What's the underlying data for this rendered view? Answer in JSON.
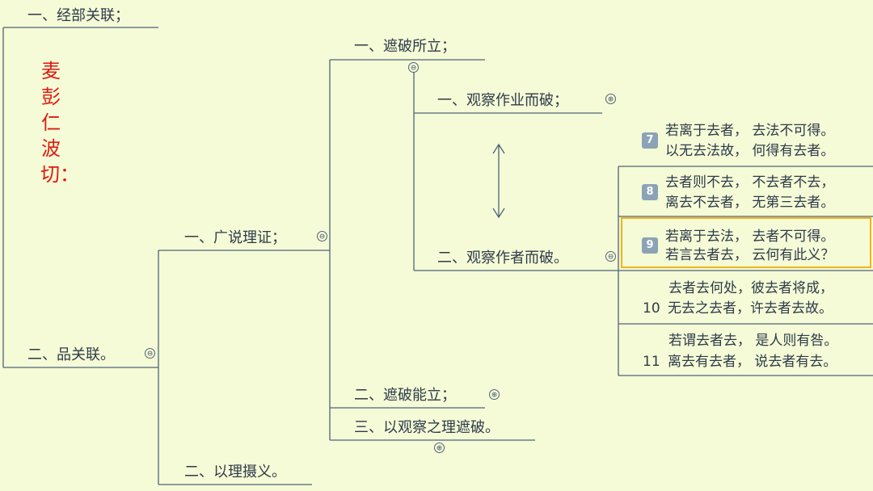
{
  "author": "麦彭仁波切：",
  "nodes": {
    "n1": "一、经部关联；",
    "n2": "二、品关联。",
    "n21": "一、广说理证；",
    "n22": "二、以理摄义。",
    "n211": "一、遮破所立；",
    "n212": "二、遮破能立；",
    "n213": "三、以观察之理遮破。",
    "n2111": "一、观察作业而破；",
    "n2112": "二、观察作者而破。"
  },
  "verses": [
    {
      "num": "7",
      "line1": "若离于去者， 去法不可得。",
      "line2": "以无去法故， 何得有去者。"
    },
    {
      "num": "8",
      "line1": "去者则不去， 不去者不去，",
      "line2": "离去不去者， 无第三去者。"
    },
    {
      "num": "9",
      "line1": "若离于去法， 去者不可得。",
      "line2": "若言去者去， 云何有此义？"
    },
    {
      "num": "10",
      "line1": "去者去何处，彼去者将成，",
      "line2": "无去之去者，许去者去故。"
    },
    {
      "num": "11",
      "line1": "若谓去者去， 是人则有咎。",
      "line2": "离去有去者， 说去者有去。"
    }
  ],
  "toggles": {
    "collapse": "⊖",
    "expand": "⊕"
  },
  "colors": {
    "background": "#f4fbd6",
    "line": "#50627a",
    "highlight": "#f0b31a",
    "author": "#e0190f",
    "badge": "#8ca3b5"
  }
}
